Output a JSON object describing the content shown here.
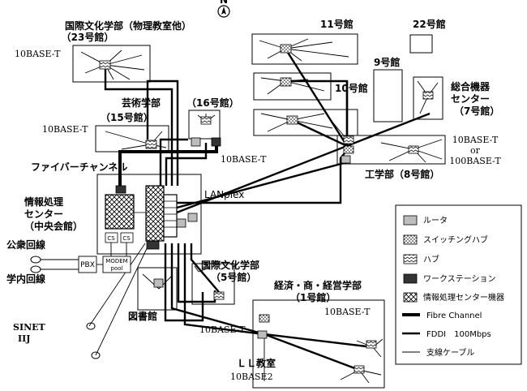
{
  "compass": "N",
  "buildings": {
    "kokusai23_line1": "国際文化学部（物理教室他）",
    "kokusai23_line2": "（23号館）",
    "geijutsu": "芸術学部",
    "b15": "（15号館）",
    "b16": "（16号館）",
    "b11": "11号館",
    "b22": "22号館",
    "b9": "9号館",
    "b10": "10号館",
    "sougou_line1": "総合機器",
    "sougou_line2": "センター",
    "sougou_line3": "（7号館）",
    "kougaku": "工学部（8号館）",
    "jouhou_line1": "情報処理",
    "jouhou_line2": "センター",
    "jouhou_line3": "（中央会館）",
    "kokusai5_line1": "国際文化学部",
    "kokusai5_line2": "（5号館）",
    "keizai_line1": "経済・商・経営学部",
    "keizai_line2": "（1号館）",
    "toshokan": "図書館",
    "ll": "ＬＬ教室"
  },
  "labels": {
    "base_t_23": "10BASE-T",
    "base_t_15": "10BASE-T",
    "base_t_16": "10BASE-T",
    "base_t_right_1": "10BASE-T",
    "base_t_right_or": "or",
    "base_t_right_2": "100BASE-T",
    "fiber_channel": "ファイバーチャンネル",
    "lanplex": "LANplex",
    "public_line": "公衆回線",
    "internal_line": "学内回線",
    "pbx": "PBX",
    "modem_1": "MODEM",
    "modem_2": "pool",
    "cs1": "CS",
    "cs2": "CS",
    "sinet": "SINET",
    "iij": "IIJ",
    "base_t_1": "10BASE-T",
    "base_t_ll": "10BASE-T",
    "base2_ll": "10BASE2"
  },
  "legend": {
    "router": "ルータ",
    "switching_hub": "スイッチングハブ",
    "hub": "ハブ",
    "workstation": "ワークステーション",
    "center_equipment": "情報処理センター機器",
    "fibre_channel": "Fibre Channel",
    "fddi": "FDDI　100Mbps",
    "branch_cable": "支線ケーブル"
  }
}
